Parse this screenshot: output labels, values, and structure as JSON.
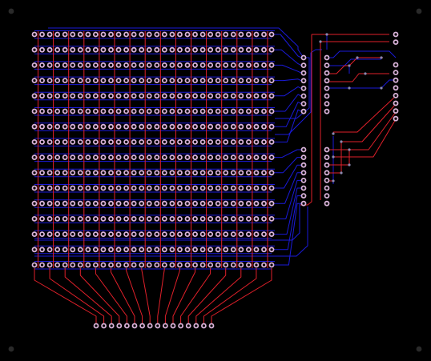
{
  "board": {
    "background": "#000000",
    "colors": {
      "pad_ring": "#d9b3d9",
      "pad_hole": "#000000",
      "via": "#8a8ab0",
      "mounting_hole": "#2a2a2a",
      "top_trace": "#e0202a",
      "bottom_trace": "#1a1ad8"
    },
    "components": {
      "led_matrix": {
        "rows": 16,
        "cols": 32
      },
      "row_headers": [
        {
          "pins": 8
        },
        {
          "pins": 8
        }
      ],
      "column_connector": {
        "pins": 16
      },
      "driver_ic": {
        "pins_per_side": 8
      },
      "power_header": {
        "pins": 2
      },
      "output_header": {
        "pins": 8
      },
      "mounting_holes": 4
    }
  }
}
